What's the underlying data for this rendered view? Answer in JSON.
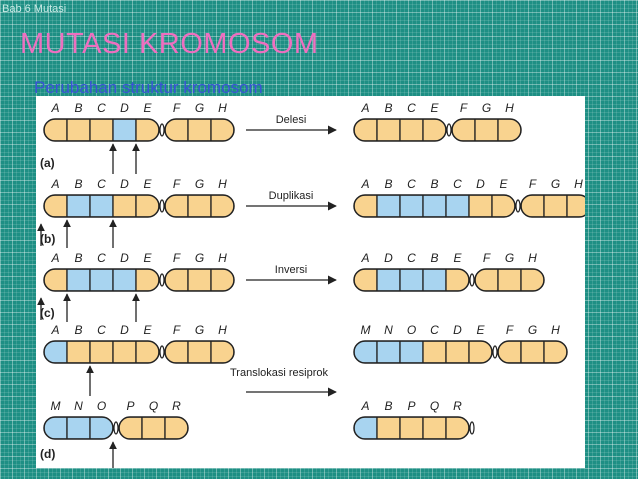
{
  "header": {
    "chapter": "Bab 6 Mutasi",
    "title": "MUTASI KROMOSOM",
    "subtitle": "Perubahan struktur kromosom"
  },
  "colors": {
    "yellow": "#f9d38f",
    "blue": "#a8d4f0",
    "outline": "#222222",
    "background": "#1e8f84",
    "title": "#ee6fc0",
    "subtitle": "#3a52d6"
  },
  "diagram": {
    "rows": [
      {
        "panel_label": "(a)",
        "operation": "Delesi",
        "before": [
          {
            "labels": [
              "A",
              "B",
              "C",
              "D",
              "E",
              "F",
              "G",
              "H"
            ],
            "colors": [
              "y",
              "y",
              "y",
              "b",
              "y",
              "y",
              "y",
              "y"
            ]
          }
        ],
        "after": [
          {
            "labels": [
              "A",
              "B",
              "C",
              "E",
              "F",
              "G",
              "H"
            ],
            "colors": [
              "y",
              "y",
              "y",
              "y",
              "y",
              "y",
              "y"
            ]
          }
        ]
      },
      {
        "panel_label": "(b)",
        "operation": "Duplikasi",
        "before": [
          {
            "labels": [
              "A",
              "B",
              "C",
              "D",
              "E",
              "F",
              "G",
              "H"
            ],
            "colors": [
              "y",
              "b",
              "b",
              "y",
              "y",
              "y",
              "y",
              "y"
            ]
          }
        ],
        "after": [
          {
            "labels": [
              "A",
              "B",
              "C",
              "B",
              "C",
              "D",
              "E",
              "F",
              "G",
              "H"
            ],
            "colors": [
              "y",
              "b",
              "b",
              "b",
              "b",
              "y",
              "y",
              "y",
              "y",
              "y"
            ]
          }
        ]
      },
      {
        "panel_label": "(c)",
        "operation": "Inversi",
        "before": [
          {
            "labels": [
              "A",
              "B",
              "C",
              "D",
              "E",
              "F",
              "G",
              "H"
            ],
            "colors": [
              "y",
              "b",
              "b",
              "b",
              "y",
              "y",
              "y",
              "y"
            ]
          }
        ],
        "after": [
          {
            "labels": [
              "A",
              "D",
              "C",
              "B",
              "E",
              "F",
              "G",
              "H"
            ],
            "colors": [
              "y",
              "b",
              "b",
              "b",
              "y",
              "y",
              "y",
              "y"
            ]
          }
        ]
      },
      {
        "panel_label": "(d)",
        "operation": "Translokasi resiprok",
        "before": [
          {
            "labels": [
              "A",
              "B",
              "C",
              "D",
              "E",
              "F",
              "G",
              "H"
            ],
            "colors": [
              "b",
              "y",
              "y",
              "y",
              "y",
              "y",
              "y",
              "y"
            ]
          },
          {
            "labels": [
              "M",
              "N",
              "O",
              "P",
              "Q",
              "R"
            ],
            "colors": [
              "b",
              "b",
              "b",
              "y",
              "y",
              "y"
            ]
          }
        ],
        "after": [
          {
            "labels": [
              "M",
              "N",
              "O",
              "C",
              "D",
              "E",
              "F",
              "G",
              "H"
            ],
            "colors": [
              "b",
              "b",
              "b",
              "y",
              "y",
              "y",
              "y",
              "y",
              "y"
            ]
          },
          {
            "labels": [
              "A",
              "B",
              "P",
              "Q",
              "R"
            ],
            "colors": [
              "b",
              "y",
              "y",
              "y",
              "y"
            ]
          }
        ]
      }
    ]
  }
}
